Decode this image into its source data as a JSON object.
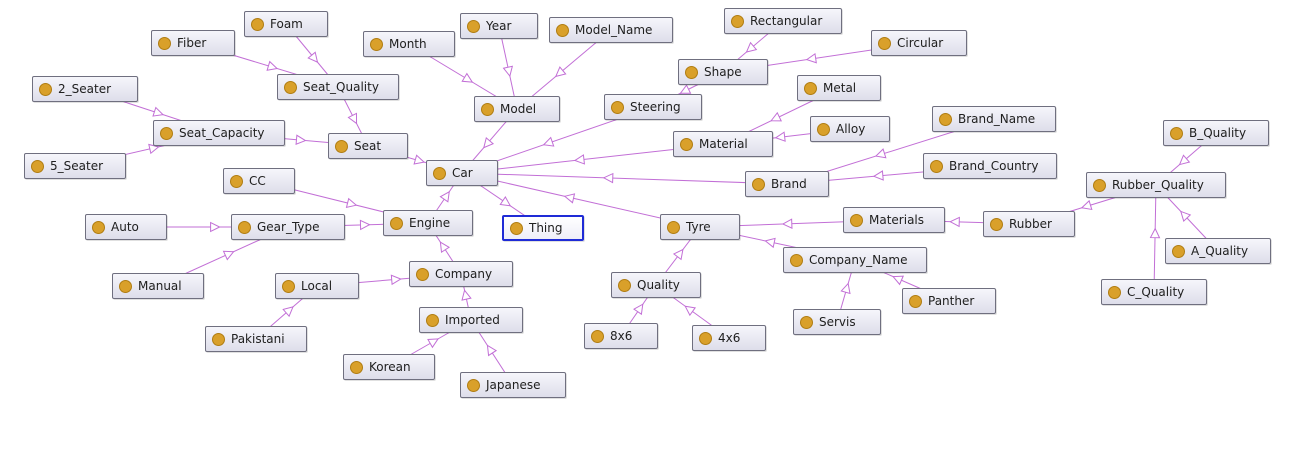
{
  "graph": {
    "selected": "Thing",
    "edge_color": "#c26fd6",
    "node_dot_color": "#d9a02a",
    "selected_border_color": "#1f2bd6",
    "nodes": [
      {
        "id": "Thing",
        "label": "Thing"
      },
      {
        "id": "Car",
        "label": "Car"
      },
      {
        "id": "Seat",
        "label": "Seat"
      },
      {
        "id": "Seat_Quality",
        "label": "Seat_Quality"
      },
      {
        "id": "Foam",
        "label": "Foam"
      },
      {
        "id": "Fiber",
        "label": "Fiber"
      },
      {
        "id": "Seat_Capacity",
        "label": "Seat_Capacity"
      },
      {
        "id": "2_Seater",
        "label": "2_Seater"
      },
      {
        "id": "5_Seater",
        "label": "5_Seater"
      },
      {
        "id": "Model",
        "label": "Model"
      },
      {
        "id": "Month",
        "label": "Month"
      },
      {
        "id": "Year",
        "label": "Year"
      },
      {
        "id": "Model_Name",
        "label": "Model_Name"
      },
      {
        "id": "Steering",
        "label": "Steering"
      },
      {
        "id": "Shape",
        "label": "Shape"
      },
      {
        "id": "Rectangular",
        "label": "Rectangular"
      },
      {
        "id": "Circular",
        "label": "Circular"
      },
      {
        "id": "Material",
        "label": "Material"
      },
      {
        "id": "Metal",
        "label": "Metal"
      },
      {
        "id": "Alloy",
        "label": "Alloy"
      },
      {
        "id": "Brand",
        "label": "Brand"
      },
      {
        "id": "Brand_Name",
        "label": "Brand_Name"
      },
      {
        "id": "Brand_Country",
        "label": "Brand_Country"
      },
      {
        "id": "Engine",
        "label": "Engine"
      },
      {
        "id": "CC",
        "label": "CC"
      },
      {
        "id": "Gear_Type",
        "label": "Gear_Type"
      },
      {
        "id": "Auto",
        "label": "Auto"
      },
      {
        "id": "Manual",
        "label": "Manual"
      },
      {
        "id": "Company",
        "label": "Company"
      },
      {
        "id": "Local",
        "label": "Local"
      },
      {
        "id": "Pakistani",
        "label": "Pakistani"
      },
      {
        "id": "Imported",
        "label": "Imported"
      },
      {
        "id": "Korean",
        "label": "Korean"
      },
      {
        "id": "Japanese",
        "label": "Japanese"
      },
      {
        "id": "Tyre",
        "label": "Tyre"
      },
      {
        "id": "Quality",
        "label": "Quality"
      },
      {
        "id": "8x6",
        "label": "8x6"
      },
      {
        "id": "4x6",
        "label": "4x6"
      },
      {
        "id": "Company_Name",
        "label": "Company_Name"
      },
      {
        "id": "Servis",
        "label": "Servis"
      },
      {
        "id": "Panther",
        "label": "Panther"
      },
      {
        "id": "Materials",
        "label": "Materials"
      },
      {
        "id": "Rubber",
        "label": "Rubber"
      },
      {
        "id": "Rubber_Quality",
        "label": "Rubber_Quality"
      },
      {
        "id": "B_Quality",
        "label": "B_Quality"
      },
      {
        "id": "A_Quality",
        "label": "A_Quality"
      },
      {
        "id": "C_Quality",
        "label": "C_Quality"
      }
    ],
    "edges": [
      {
        "from": "Thing",
        "to": "Car"
      },
      {
        "from": "Car",
        "to": "Seat"
      },
      {
        "from": "Seat",
        "to": "Seat_Quality"
      },
      {
        "from": "Seat_Quality",
        "to": "Foam"
      },
      {
        "from": "Seat_Quality",
        "to": "Fiber"
      },
      {
        "from": "Seat",
        "to": "Seat_Capacity"
      },
      {
        "from": "Seat_Capacity",
        "to": "2_Seater"
      },
      {
        "from": "Seat_Capacity",
        "to": "5_Seater"
      },
      {
        "from": "Car",
        "to": "Model"
      },
      {
        "from": "Model",
        "to": "Month"
      },
      {
        "from": "Model",
        "to": "Year"
      },
      {
        "from": "Model",
        "to": "Model_Name"
      },
      {
        "from": "Car",
        "to": "Steering"
      },
      {
        "from": "Steering",
        "to": "Shape"
      },
      {
        "from": "Shape",
        "to": "Rectangular"
      },
      {
        "from": "Shape",
        "to": "Circular"
      },
      {
        "from": "Car",
        "to": "Material"
      },
      {
        "from": "Material",
        "to": "Metal"
      },
      {
        "from": "Material",
        "to": "Alloy"
      },
      {
        "from": "Car",
        "to": "Brand"
      },
      {
        "from": "Brand",
        "to": "Brand_Name"
      },
      {
        "from": "Brand",
        "to": "Brand_Country"
      },
      {
        "from": "Car",
        "to": "Engine"
      },
      {
        "from": "Engine",
        "to": "CC"
      },
      {
        "from": "Engine",
        "to": "Gear_Type"
      },
      {
        "from": "Gear_Type",
        "to": "Auto"
      },
      {
        "from": "Gear_Type",
        "to": "Manual"
      },
      {
        "from": "Engine",
        "to": "Company"
      },
      {
        "from": "Company",
        "to": "Local"
      },
      {
        "from": "Local",
        "to": "Pakistani"
      },
      {
        "from": "Company",
        "to": "Imported"
      },
      {
        "from": "Imported",
        "to": "Korean"
      },
      {
        "from": "Imported",
        "to": "Japanese"
      },
      {
        "from": "Car",
        "to": "Tyre"
      },
      {
        "from": "Tyre",
        "to": "Quality"
      },
      {
        "from": "Quality",
        "to": "8x6"
      },
      {
        "from": "Quality",
        "to": "4x6"
      },
      {
        "from": "Tyre",
        "to": "Company_Name"
      },
      {
        "from": "Company_Name",
        "to": "Servis"
      },
      {
        "from": "Company_Name",
        "to": "Panther"
      },
      {
        "from": "Tyre",
        "to": "Materials"
      },
      {
        "from": "Materials",
        "to": "Rubber"
      },
      {
        "from": "Rubber",
        "to": "Rubber_Quality"
      },
      {
        "from": "Rubber_Quality",
        "to": "B_Quality"
      },
      {
        "from": "Rubber_Quality",
        "to": "A_Quality"
      },
      {
        "from": "Rubber_Quality",
        "to": "C_Quality"
      }
    ]
  }
}
